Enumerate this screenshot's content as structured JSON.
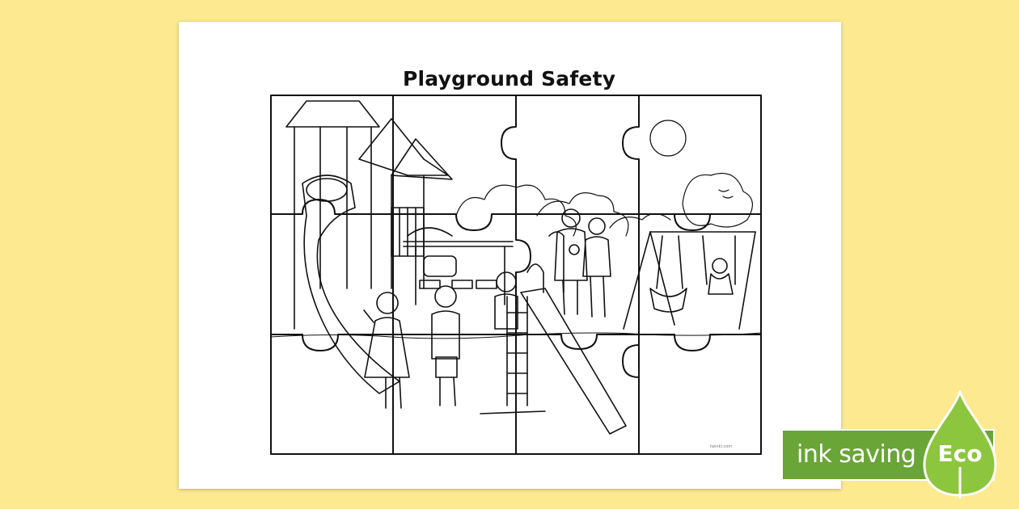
{
  "worksheet": {
    "title": "Playground Safety",
    "credit": "twinkl.com"
  },
  "badge": {
    "text": "ink saving",
    "eco_label": "Eco",
    "colors": {
      "banner": "#6aa537",
      "leaf": "#8cc63f"
    }
  },
  "page_background": "#fde98f"
}
